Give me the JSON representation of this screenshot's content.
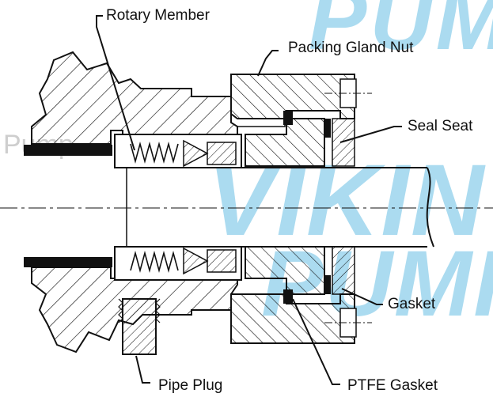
{
  "labels": {
    "rotary_member": "Rotary Member",
    "packing_gland_nut": "Packing Gland Nut",
    "seal_seat": "Seal Seat",
    "gasket": "Gasket",
    "ptfe_gasket": "PTFE Gasket",
    "pipe_plug": "Pipe Plug"
  },
  "watermark": {
    "left_text": "Pump",
    "big_top": "PUMP",
    "big_mid": "VIKIN",
    "big_bottom": "PUMP"
  },
  "colors": {
    "line": "#111111",
    "watermark_blue": "#7cc6e8",
    "watermark_gray": "#cfcfcf"
  }
}
